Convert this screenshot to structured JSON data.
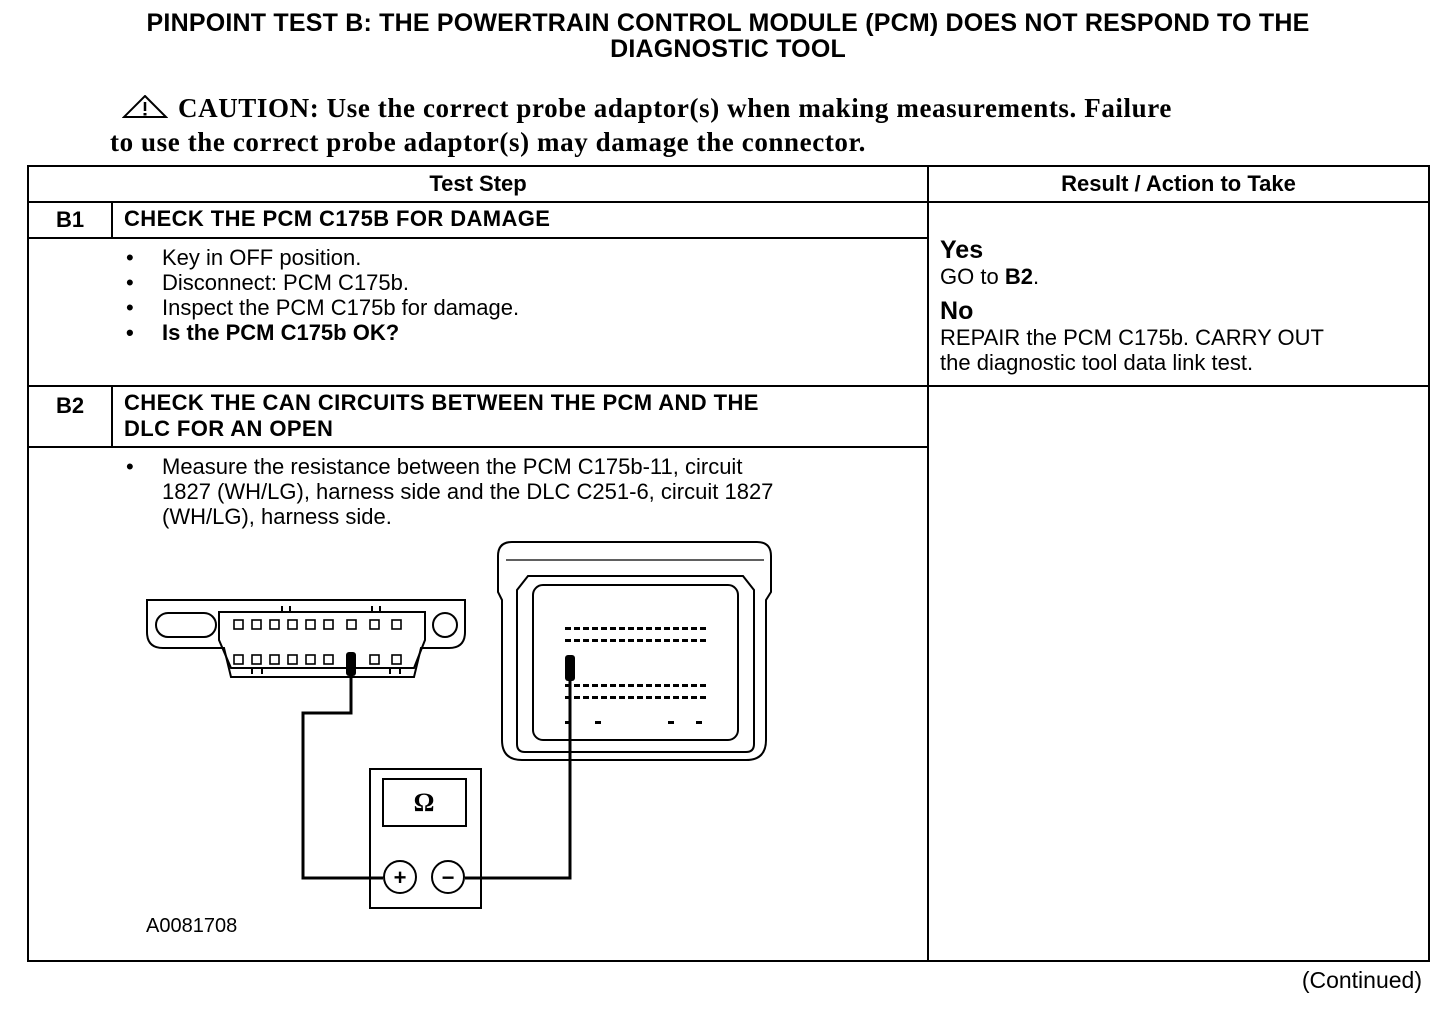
{
  "title": {
    "line1": "PINPOINT TEST  B: THE POWERTRAIN CONTROL MODULE (PCM) DOES NOT RESPOND TO THE",
    "line2": "DIAGNOSTIC TOOL"
  },
  "caution": {
    "label": "CAUTION:",
    "line1": "Use the correct probe adaptor(s) when making measurements. Failure",
    "line2": "to use the correct probe adaptor(s) may damage the connector."
  },
  "table": {
    "headers": {
      "test_step": "Test Step",
      "result": "Result / Action to Take"
    },
    "steps": [
      {
        "id": "B1",
        "heading": "CHECK THE PCM C175B FOR DAMAGE",
        "bullets": [
          {
            "text": "Key in OFF position.",
            "bold": false
          },
          {
            "text": "Disconnect: PCM C175b.",
            "bold": false
          },
          {
            "text": "Inspect the PCM C175b for damage.",
            "bold": false
          },
          {
            "text": "Is the PCM C175b OK?",
            "bold": true
          }
        ],
        "results": {
          "yes_label": "Yes",
          "yes_text_prefix": "GO to ",
          "yes_target": "B2",
          "yes_text_suffix": ".",
          "no_label": "No",
          "no_line1": "REPAIR the PCM C175b. CARRY OUT",
          "no_line2": "the diagnostic tool data link test."
        }
      },
      {
        "id": "B2",
        "heading_line1": "CHECK THE CAN CIRCUITS BETWEEN THE PCM AND THE",
        "heading_line2": "DLC FOR AN OPEN",
        "bullet_lines": [
          "Measure the resistance between the PCM C175b-11, circuit",
          "1827 (WH/LG), harness side and the DLC C251-6, circuit 1827",
          "(WH/LG), harness side."
        ],
        "figure": {
          "id": "A0081708",
          "meter_symbol": "Ω",
          "plus": "+",
          "minus": "−"
        }
      }
    ]
  },
  "footer": {
    "continued": "(Continued)"
  }
}
